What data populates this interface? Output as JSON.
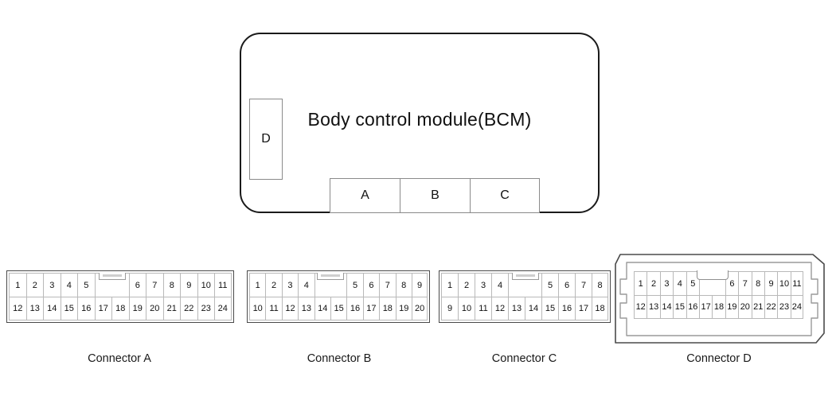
{
  "module": {
    "title": "Body control module(BCM)",
    "side_tab": {
      "label": "D"
    },
    "bottom_tabs": [
      {
        "label": "A"
      },
      {
        "label": "B"
      },
      {
        "label": "C"
      }
    ]
  },
  "connectors": [
    {
      "id": "a",
      "caption": "Connector A",
      "top_row": [
        "1",
        "2",
        "3",
        "4",
        "5",
        "",
        "6",
        "7",
        "8",
        "9",
        "10",
        "11"
      ],
      "bottom_row": [
        "12",
        "13",
        "14",
        "15",
        "16",
        "17",
        "18",
        "19",
        "20",
        "21",
        "22",
        "23",
        "24"
      ],
      "blank_index": 5,
      "blank_span": 2
    },
    {
      "id": "b",
      "caption": "Connector B",
      "top_row": [
        "1",
        "2",
        "3",
        "4",
        "",
        "5",
        "6",
        "7",
        "8",
        "9"
      ],
      "bottom_row": [
        "10",
        "11",
        "12",
        "13",
        "14",
        "15",
        "16",
        "17",
        "18",
        "19",
        "20"
      ],
      "blank_index": 4,
      "blank_span": 2
    },
    {
      "id": "c",
      "caption": "Connector C",
      "top_row": [
        "1",
        "2",
        "3",
        "4",
        "",
        "5",
        "6",
        "7",
        "8"
      ],
      "bottom_row": [
        "9",
        "10",
        "11",
        "12",
        "13",
        "14",
        "15",
        "16",
        "17",
        "18"
      ],
      "blank_index": 4,
      "blank_span": 2
    },
    {
      "id": "d",
      "caption": "Connector D",
      "top_row": [
        "1",
        "2",
        "3",
        "4",
        "5",
        "",
        "6",
        "7",
        "8",
        "9",
        "10",
        "11"
      ],
      "bottom_row": [
        "12",
        "13",
        "14",
        "15",
        "16",
        "17",
        "18",
        "19",
        "20",
        "21",
        "22",
        "23",
        "24"
      ],
      "blank_index": 5,
      "blank_span": 2
    }
  ],
  "colors": {
    "outline": "#1a1a1a",
    "cell_border": "#b9b9b9",
    "shell_border": "#4a4a4a",
    "background": "#ffffff"
  }
}
